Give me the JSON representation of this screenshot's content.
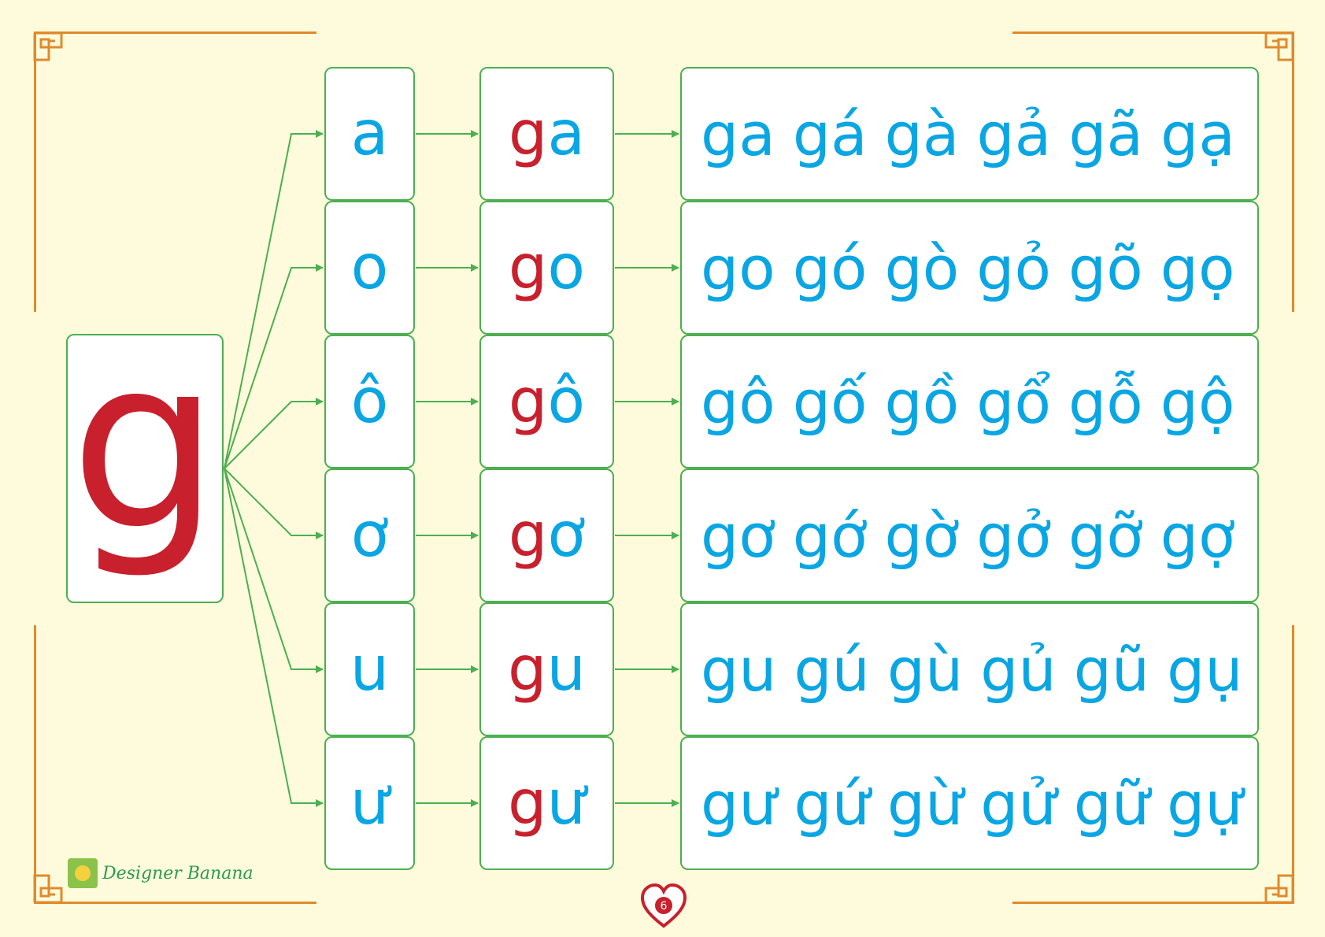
{
  "consonant": "g",
  "rows": [
    {
      "vowel": "a",
      "syllable_cons": "g",
      "syllable_vowel": "a",
      "tones": [
        "ga",
        "gá",
        "gà",
        "gả",
        "gã",
        "gạ"
      ]
    },
    {
      "vowel": "o",
      "syllable_cons": "g",
      "syllable_vowel": "o",
      "tones": [
        "go",
        "gó",
        "gò",
        "gỏ",
        "gõ",
        "gọ"
      ]
    },
    {
      "vowel": "ô",
      "syllable_cons": "g",
      "syllable_vowel": "ô",
      "tones": [
        "gô",
        "gố",
        "gồ",
        "gổ",
        "gỗ",
        "gộ"
      ]
    },
    {
      "vowel": "ơ",
      "syllable_cons": "g",
      "syllable_vowel": "ơ",
      "tones": [
        "gơ",
        "gớ",
        "gờ",
        "gở",
        "gỡ",
        "gợ"
      ]
    },
    {
      "vowel": "u",
      "syllable_cons": "g",
      "syllable_vowel": "u",
      "tones": [
        "gu",
        "gú",
        "gù",
        "gủ",
        "gũ",
        "gụ"
      ]
    },
    {
      "vowel": "ư",
      "syllable_cons": "g",
      "syllable_vowel": "ư",
      "tones": [
        "gư",
        "gứ",
        "gừ",
        "gử",
        "gữ",
        "gự"
      ]
    }
  ],
  "brand": "Designer Banana",
  "page_number": "6",
  "colors": {
    "consonant": "#c8202c",
    "vowel": "#0aa6e4",
    "border": "#4caf50",
    "frame": "#e08a2c",
    "background": "#fefbdc"
  }
}
